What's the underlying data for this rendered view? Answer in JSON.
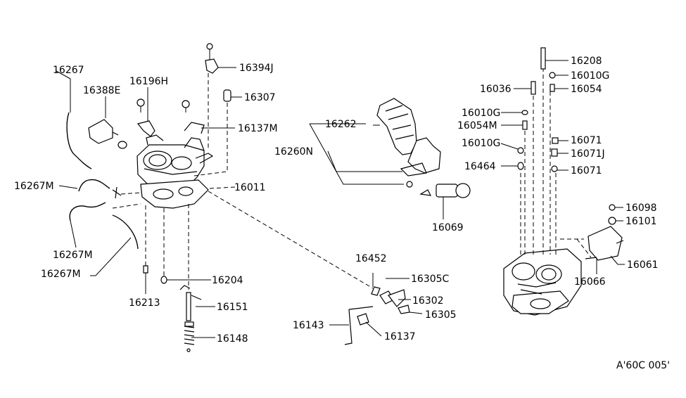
{
  "diagram": {
    "footer_code": "A'60C 005'",
    "labels": {
      "p16267": "16267",
      "p16388e": "16388E",
      "p16196h": "16196H",
      "p16394j": "16394J",
      "p16307": "16307",
      "p16137m": "16137M",
      "p16011": "16011",
      "p16267m_a": "16267M",
      "p16267m_b": "16267M",
      "p16267m_c": "16267M",
      "p16213": "16213",
      "p16204": "16204",
      "p16151": "16151",
      "p16148": "16148",
      "p16262": "16262",
      "p16260n": "16260N",
      "p16069": "16069",
      "p16452": "16452",
      "p16305c": "16305C",
      "p16302": "16302",
      "p16305": "16305",
      "p16143": "16143",
      "p16137": "16137",
      "p16208": "16208",
      "p16010g_a": "16010G",
      "p16036": "16036",
      "p16054_a": "16054",
      "p16010g_b": "16010G",
      "p16054m": "16054M",
      "p16010g_c": "16010G",
      "p16071_a": "16071",
      "p16071j": "16071J",
      "p16464": "16464",
      "p16071_b": "16071",
      "p16098": "16098",
      "p16101": "16101",
      "p16061": "16061",
      "p16066": "16066"
    }
  }
}
